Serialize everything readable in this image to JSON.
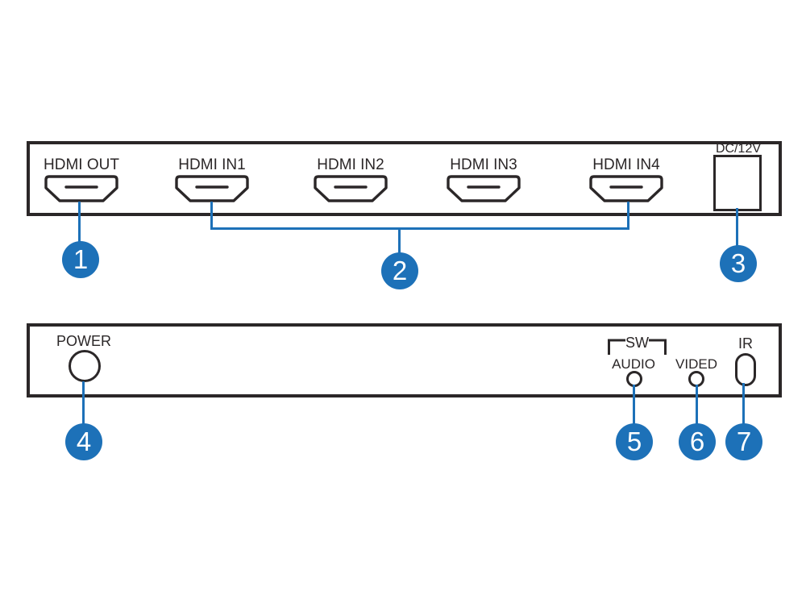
{
  "colors": {
    "accent_blue": "#1d71b8",
    "line_dark": "#2b2728"
  },
  "rear_panel": {
    "ports": [
      {
        "label": "HDMI OUT"
      },
      {
        "label": "HDMI IN1"
      },
      {
        "label": "HDMI IN2"
      },
      {
        "label": "HDMI IN3"
      },
      {
        "label": "HDMI IN4"
      }
    ],
    "dc_jack_label": "DC/12V"
  },
  "front_panel": {
    "power_label": "POWER",
    "sw_group_label": "SW",
    "audio_label": "AUDIO",
    "video_label": "VIDED",
    "ir_label": "IR"
  },
  "callouts": [
    {
      "number": "1"
    },
    {
      "number": "2"
    },
    {
      "number": "3"
    },
    {
      "number": "4"
    },
    {
      "number": "5"
    },
    {
      "number": "6"
    },
    {
      "number": "7"
    }
  ]
}
